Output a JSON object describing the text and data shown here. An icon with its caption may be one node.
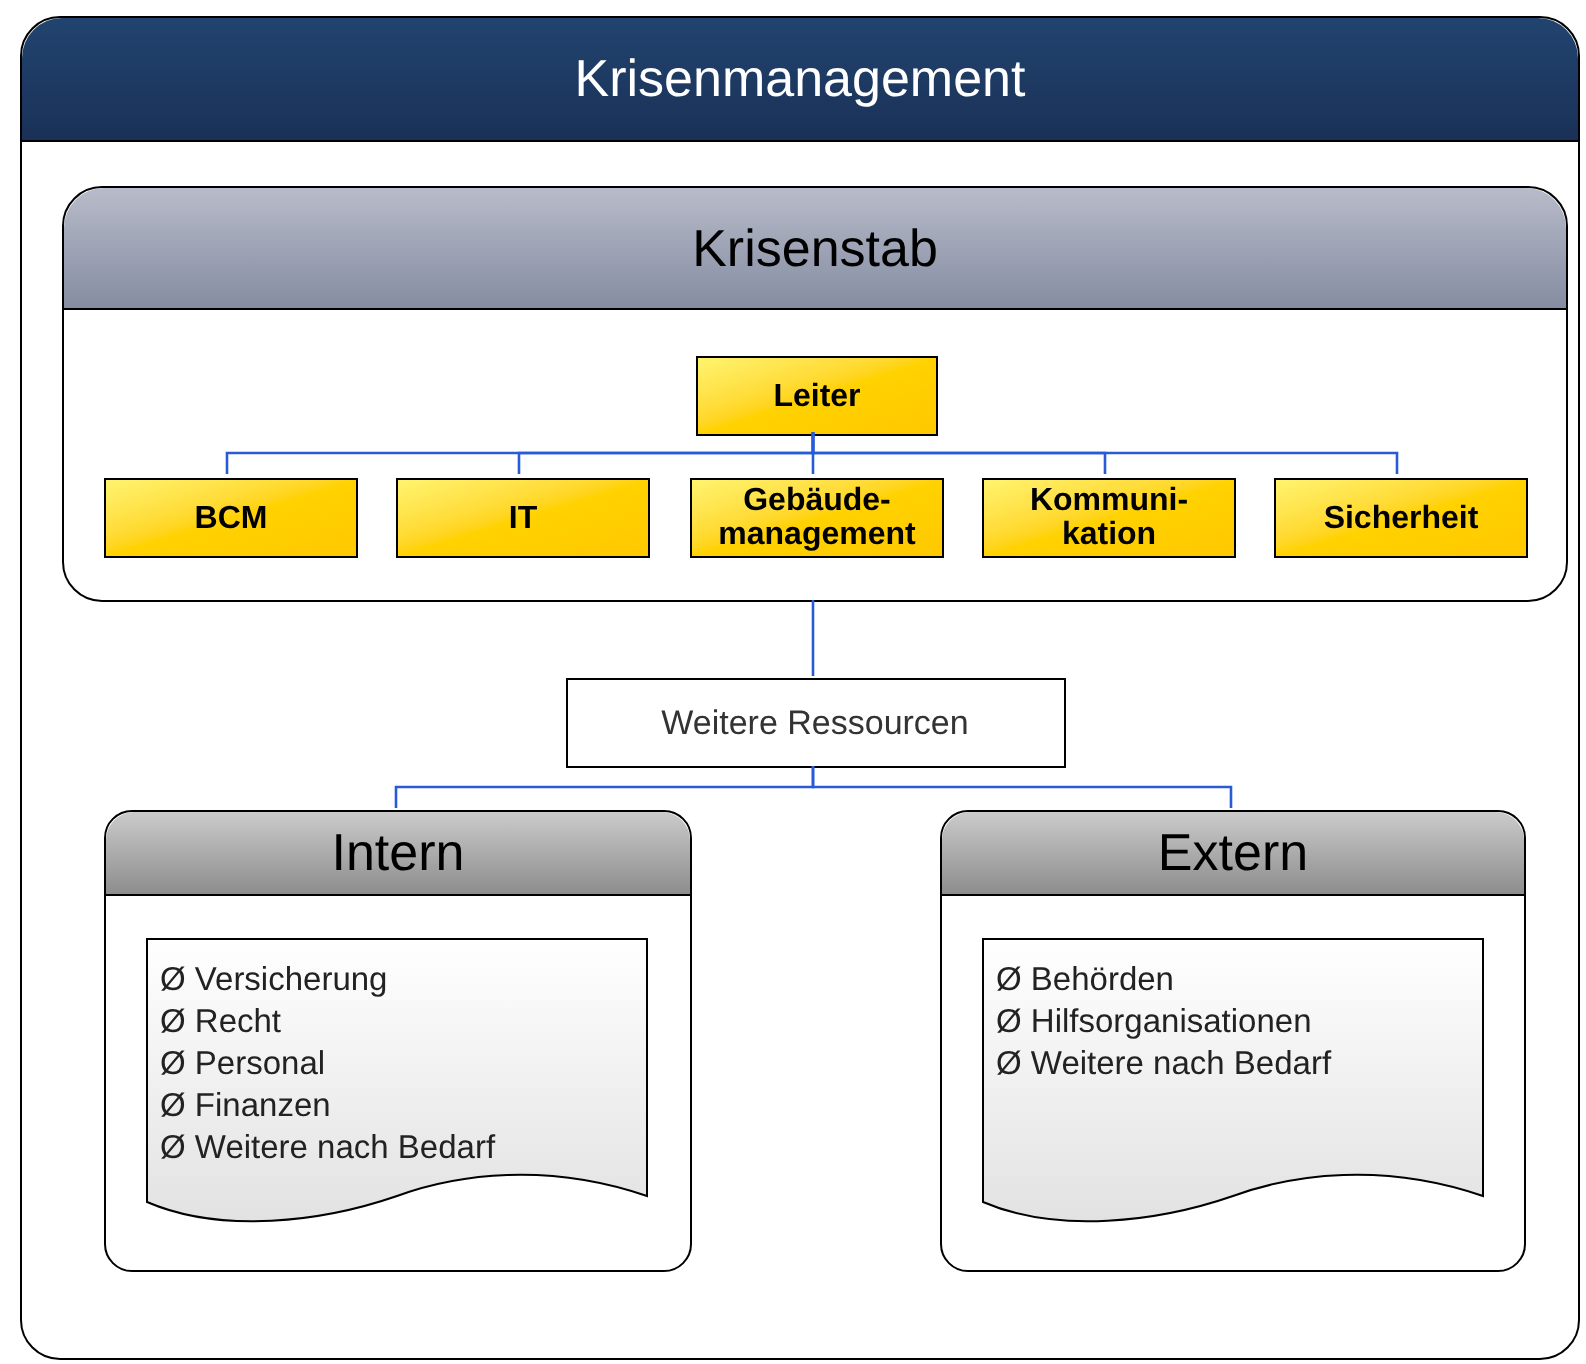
{
  "diagram": {
    "nodes": [
      {
        "text": [
          "Krisenmanagement"
        ]
      },
      {
        "text": [
          "Krisenstab"
        ],
        "in": 0
      },
      {
        "text": [
          "Leiter"
        ],
        "in": 1
      },
      {
        "text": [
          "BCM"
        ],
        "in": 1
      },
      {
        "text": [
          "IT"
        ],
        "in": 1
      },
      {
        "text": [
          "Gebäude- management"
        ],
        "in": 1
      },
      {
        "text": [
          "Kommuni- kation"
        ],
        "in": 1
      },
      {
        "text": [
          "Sicherheit"
        ],
        "in": 1
      },
      {
        "text": [
          "Weitere Ressourcen"
        ],
        "in": 0
      },
      {
        "text": [
          "Intern"
        ],
        "in": 0
      },
      {
        "text": [
          "Ø Versicherung",
          "Ø Recht",
          "Ø Personal",
          "Ø Finanzen",
          "Ø Weitere nach Bedarf"
        ],
        "in": 9
      },
      {
        "text": [
          "Extern"
        ],
        "in": 0
      },
      {
        "text": [
          "Ø Behörden",
          "Ø Hilfsorganisationen",
          "Ø Weitere nach Bedarf"
        ],
        "in": 11
      }
    ],
    "edges": [
      {
        "from": 2,
        "to": 3,
        "arrow": "none"
      },
      {
        "from": 2,
        "to": 4,
        "arrow": "none"
      },
      {
        "from": 2,
        "to": 5,
        "arrow": "none"
      },
      {
        "from": 2,
        "to": 6,
        "arrow": "none"
      },
      {
        "from": 2,
        "to": 7,
        "arrow": "none"
      },
      {
        "from": 1,
        "to": 8,
        "arrow": "none"
      },
      {
        "from": 8,
        "to": 9,
        "arrow": "none"
      },
      {
        "from": 8,
        "to": 11,
        "arrow": "none"
      }
    ]
  }
}
